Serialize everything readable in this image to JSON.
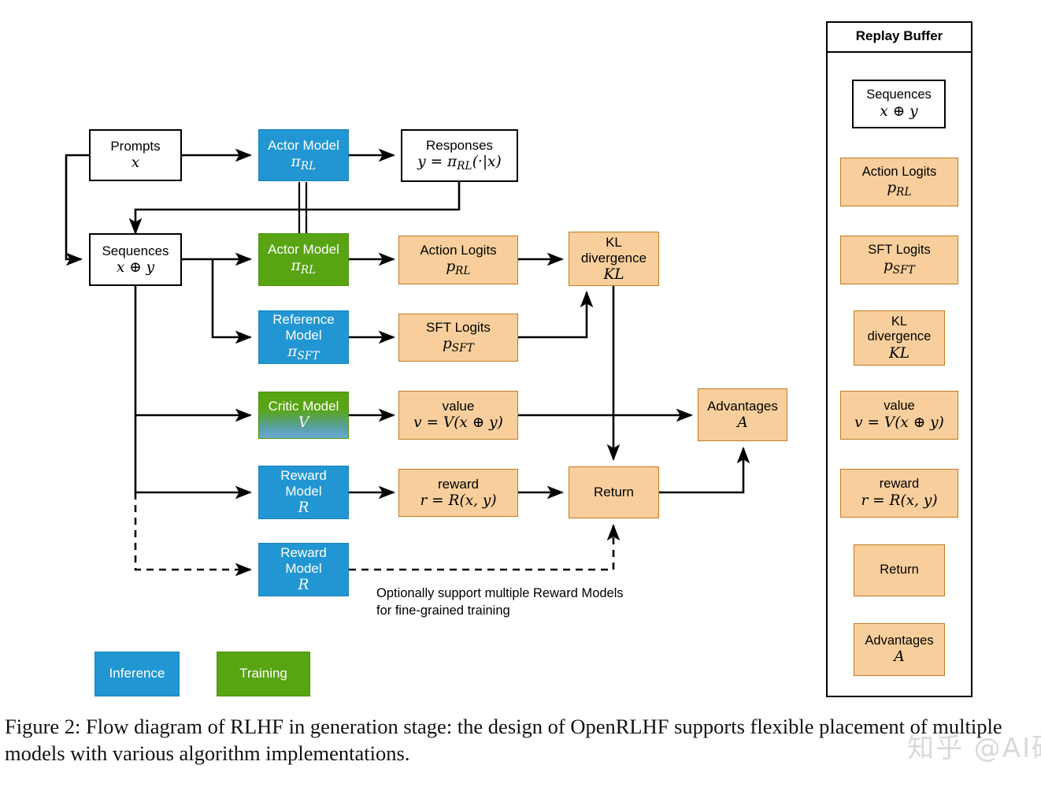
{
  "figure": {
    "caption": "Figure 2: Flow diagram of RLHF in generation stage: the design of OpenRLHF supports flexible placement of multiple models with various algorithm implementations.",
    "watermark": "知乎 @AI砖家",
    "annotation_note": "Optionally support multiple Reward Models for fine-grained training"
  },
  "colors": {
    "inference_blue": "#2196d3",
    "training_green": "#58a412",
    "data_orange": "#f8cf9c",
    "data_orange_border": "#c07b22",
    "plain_white": "#ffffff",
    "stroke_black": "#000000"
  },
  "flow": {
    "nodes": [
      {
        "id": "prompts",
        "title": "Prompts",
        "symbol": "x",
        "style": "plain"
      },
      {
        "id": "actor_gen",
        "title": "Actor Model",
        "symbol": "πRL",
        "style": "inference"
      },
      {
        "id": "responses",
        "title": "Responses",
        "symbol": "y = πRL(·|x)",
        "style": "plain"
      },
      {
        "id": "sequences",
        "title": "Sequences",
        "symbol": "x ⊕ y",
        "style": "plain"
      },
      {
        "id": "actor_train",
        "title": "Actor Model",
        "symbol": "πRL",
        "style": "training"
      },
      {
        "id": "action_logits",
        "title": "Action Logits",
        "symbol": "pRL",
        "style": "data"
      },
      {
        "id": "kl",
        "title": "KL divergence",
        "symbol": "KL",
        "style": "data"
      },
      {
        "id": "reference",
        "title": "Reference Model",
        "symbol": "πSFT",
        "style": "inference"
      },
      {
        "id": "sft_logits",
        "title": "SFT Logits",
        "symbol": "pSFT",
        "style": "data"
      },
      {
        "id": "critic",
        "title": "Critic Model",
        "symbol": "V",
        "style": "training-gradient"
      },
      {
        "id": "value",
        "title": "value",
        "symbol": "v = V(x ⊕ y)",
        "style": "data"
      },
      {
        "id": "reward_model",
        "title": "Reward Model",
        "symbol": "R",
        "style": "inference"
      },
      {
        "id": "reward",
        "title": "reward",
        "symbol": "r = R(x, y)",
        "style": "data"
      },
      {
        "id": "reward_model2",
        "title": "Reward Model",
        "symbol": "R",
        "style": "inference"
      },
      {
        "id": "return",
        "title": "Return",
        "symbol": "",
        "style": "data"
      },
      {
        "id": "advantages",
        "title": "Advantages",
        "symbol": "A",
        "style": "data"
      }
    ],
    "edges": [
      {
        "from": "prompts",
        "to": "actor_gen",
        "kind": "solid"
      },
      {
        "from": "actor_gen",
        "to": "responses",
        "kind": "solid"
      },
      {
        "from": "responses",
        "to": "sequences",
        "kind": "solid"
      },
      {
        "from": "prompts",
        "to": "sequences",
        "kind": "solid"
      },
      {
        "from": "actor_gen",
        "to": "actor_train",
        "kind": "double-line"
      },
      {
        "from": "sequences",
        "to": "actor_train",
        "kind": "solid"
      },
      {
        "from": "sequences",
        "to": "reference",
        "kind": "solid"
      },
      {
        "from": "sequences",
        "to": "critic",
        "kind": "solid"
      },
      {
        "from": "sequences",
        "to": "reward_model",
        "kind": "solid"
      },
      {
        "from": "sequences",
        "to": "reward_model2",
        "kind": "dashed"
      },
      {
        "from": "actor_train",
        "to": "action_logits",
        "kind": "solid"
      },
      {
        "from": "action_logits",
        "to": "kl",
        "kind": "solid"
      },
      {
        "from": "reference",
        "to": "sft_logits",
        "kind": "solid"
      },
      {
        "from": "sft_logits",
        "to": "kl",
        "kind": "solid"
      },
      {
        "from": "critic",
        "to": "value",
        "kind": "solid"
      },
      {
        "from": "value",
        "to": "advantages",
        "kind": "solid"
      },
      {
        "from": "reward_model",
        "to": "reward",
        "kind": "solid"
      },
      {
        "from": "reward",
        "to": "return",
        "kind": "solid"
      },
      {
        "from": "kl",
        "to": "return",
        "kind": "solid"
      },
      {
        "from": "return",
        "to": "advantages",
        "kind": "solid"
      },
      {
        "from": "reward_model2",
        "to": "return",
        "kind": "dashed"
      }
    ]
  },
  "legend": {
    "items": [
      {
        "label": "Inference",
        "style": "inference"
      },
      {
        "label": "Training",
        "style": "training"
      }
    ]
  },
  "replay_buffer": {
    "title": "Replay Buffer",
    "items": [
      {
        "title": "Sequences",
        "symbol": "x ⊕ y",
        "style": "plain"
      },
      {
        "title": "Action Logits",
        "symbol": "pRL",
        "style": "data"
      },
      {
        "title": "SFT Logits",
        "symbol": "pSFT",
        "style": "data"
      },
      {
        "title": "KL divergence",
        "symbol": "KL",
        "style": "data"
      },
      {
        "title": "value",
        "symbol": "v = V(x ⊕ y)",
        "style": "data"
      },
      {
        "title": "reward",
        "symbol": "r = R(x, y)",
        "style": "data"
      },
      {
        "title": "Return",
        "symbol": "",
        "style": "data"
      },
      {
        "title": "Advantages",
        "symbol": "A",
        "style": "data"
      }
    ]
  }
}
